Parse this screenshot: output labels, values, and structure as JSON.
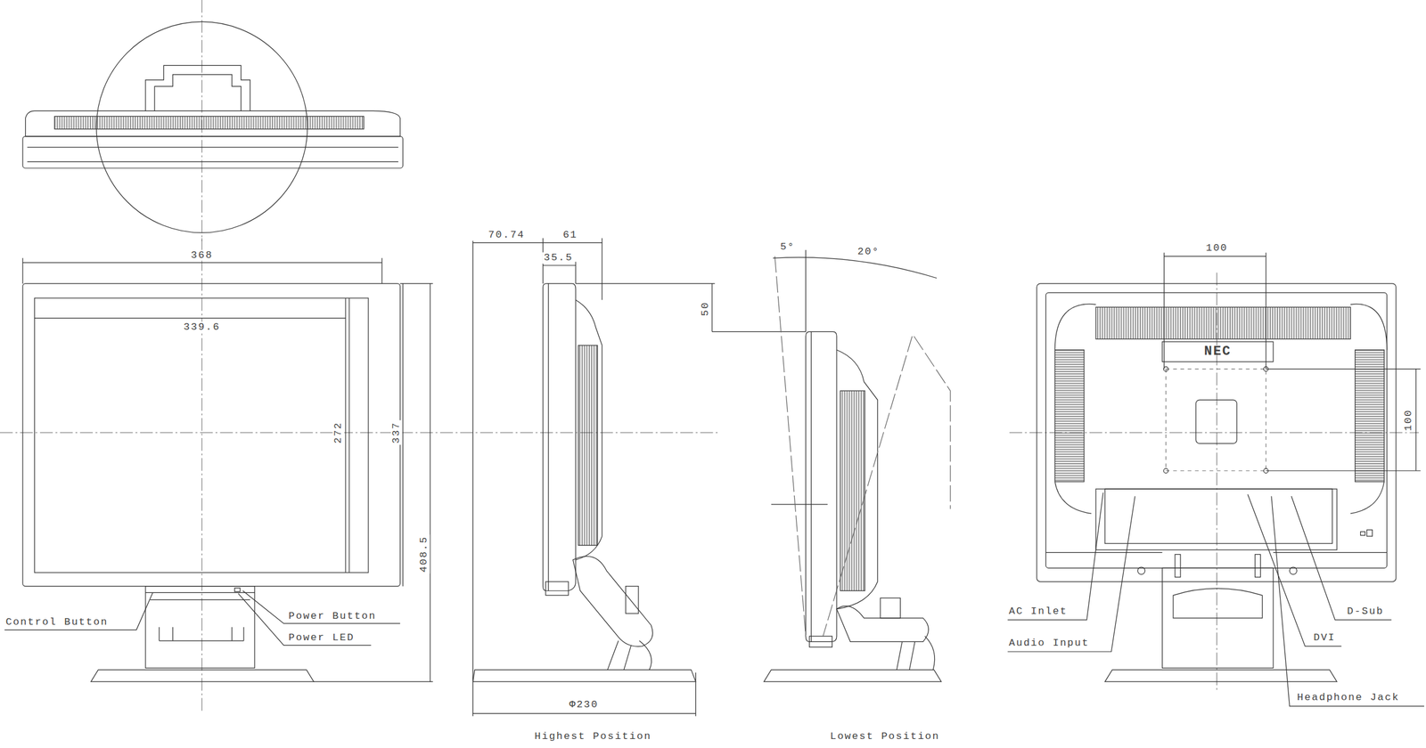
{
  "diagram": {
    "labels": [
      "368",
      "339.6",
      "272",
      "337",
      "408.5",
      "Control Button",
      "Power Button",
      "Power LED",
      "70.74",
      "61",
      "35.5",
      "50",
      "Φ230",
      "Highest Position",
      "5°",
      "20°",
      "Lowest Position",
      "100",
      "100",
      "NEC",
      "AC Inlet",
      "Audio Input",
      "D-Sub",
      "DVI",
      "Headphone Jack"
    ]
  }
}
